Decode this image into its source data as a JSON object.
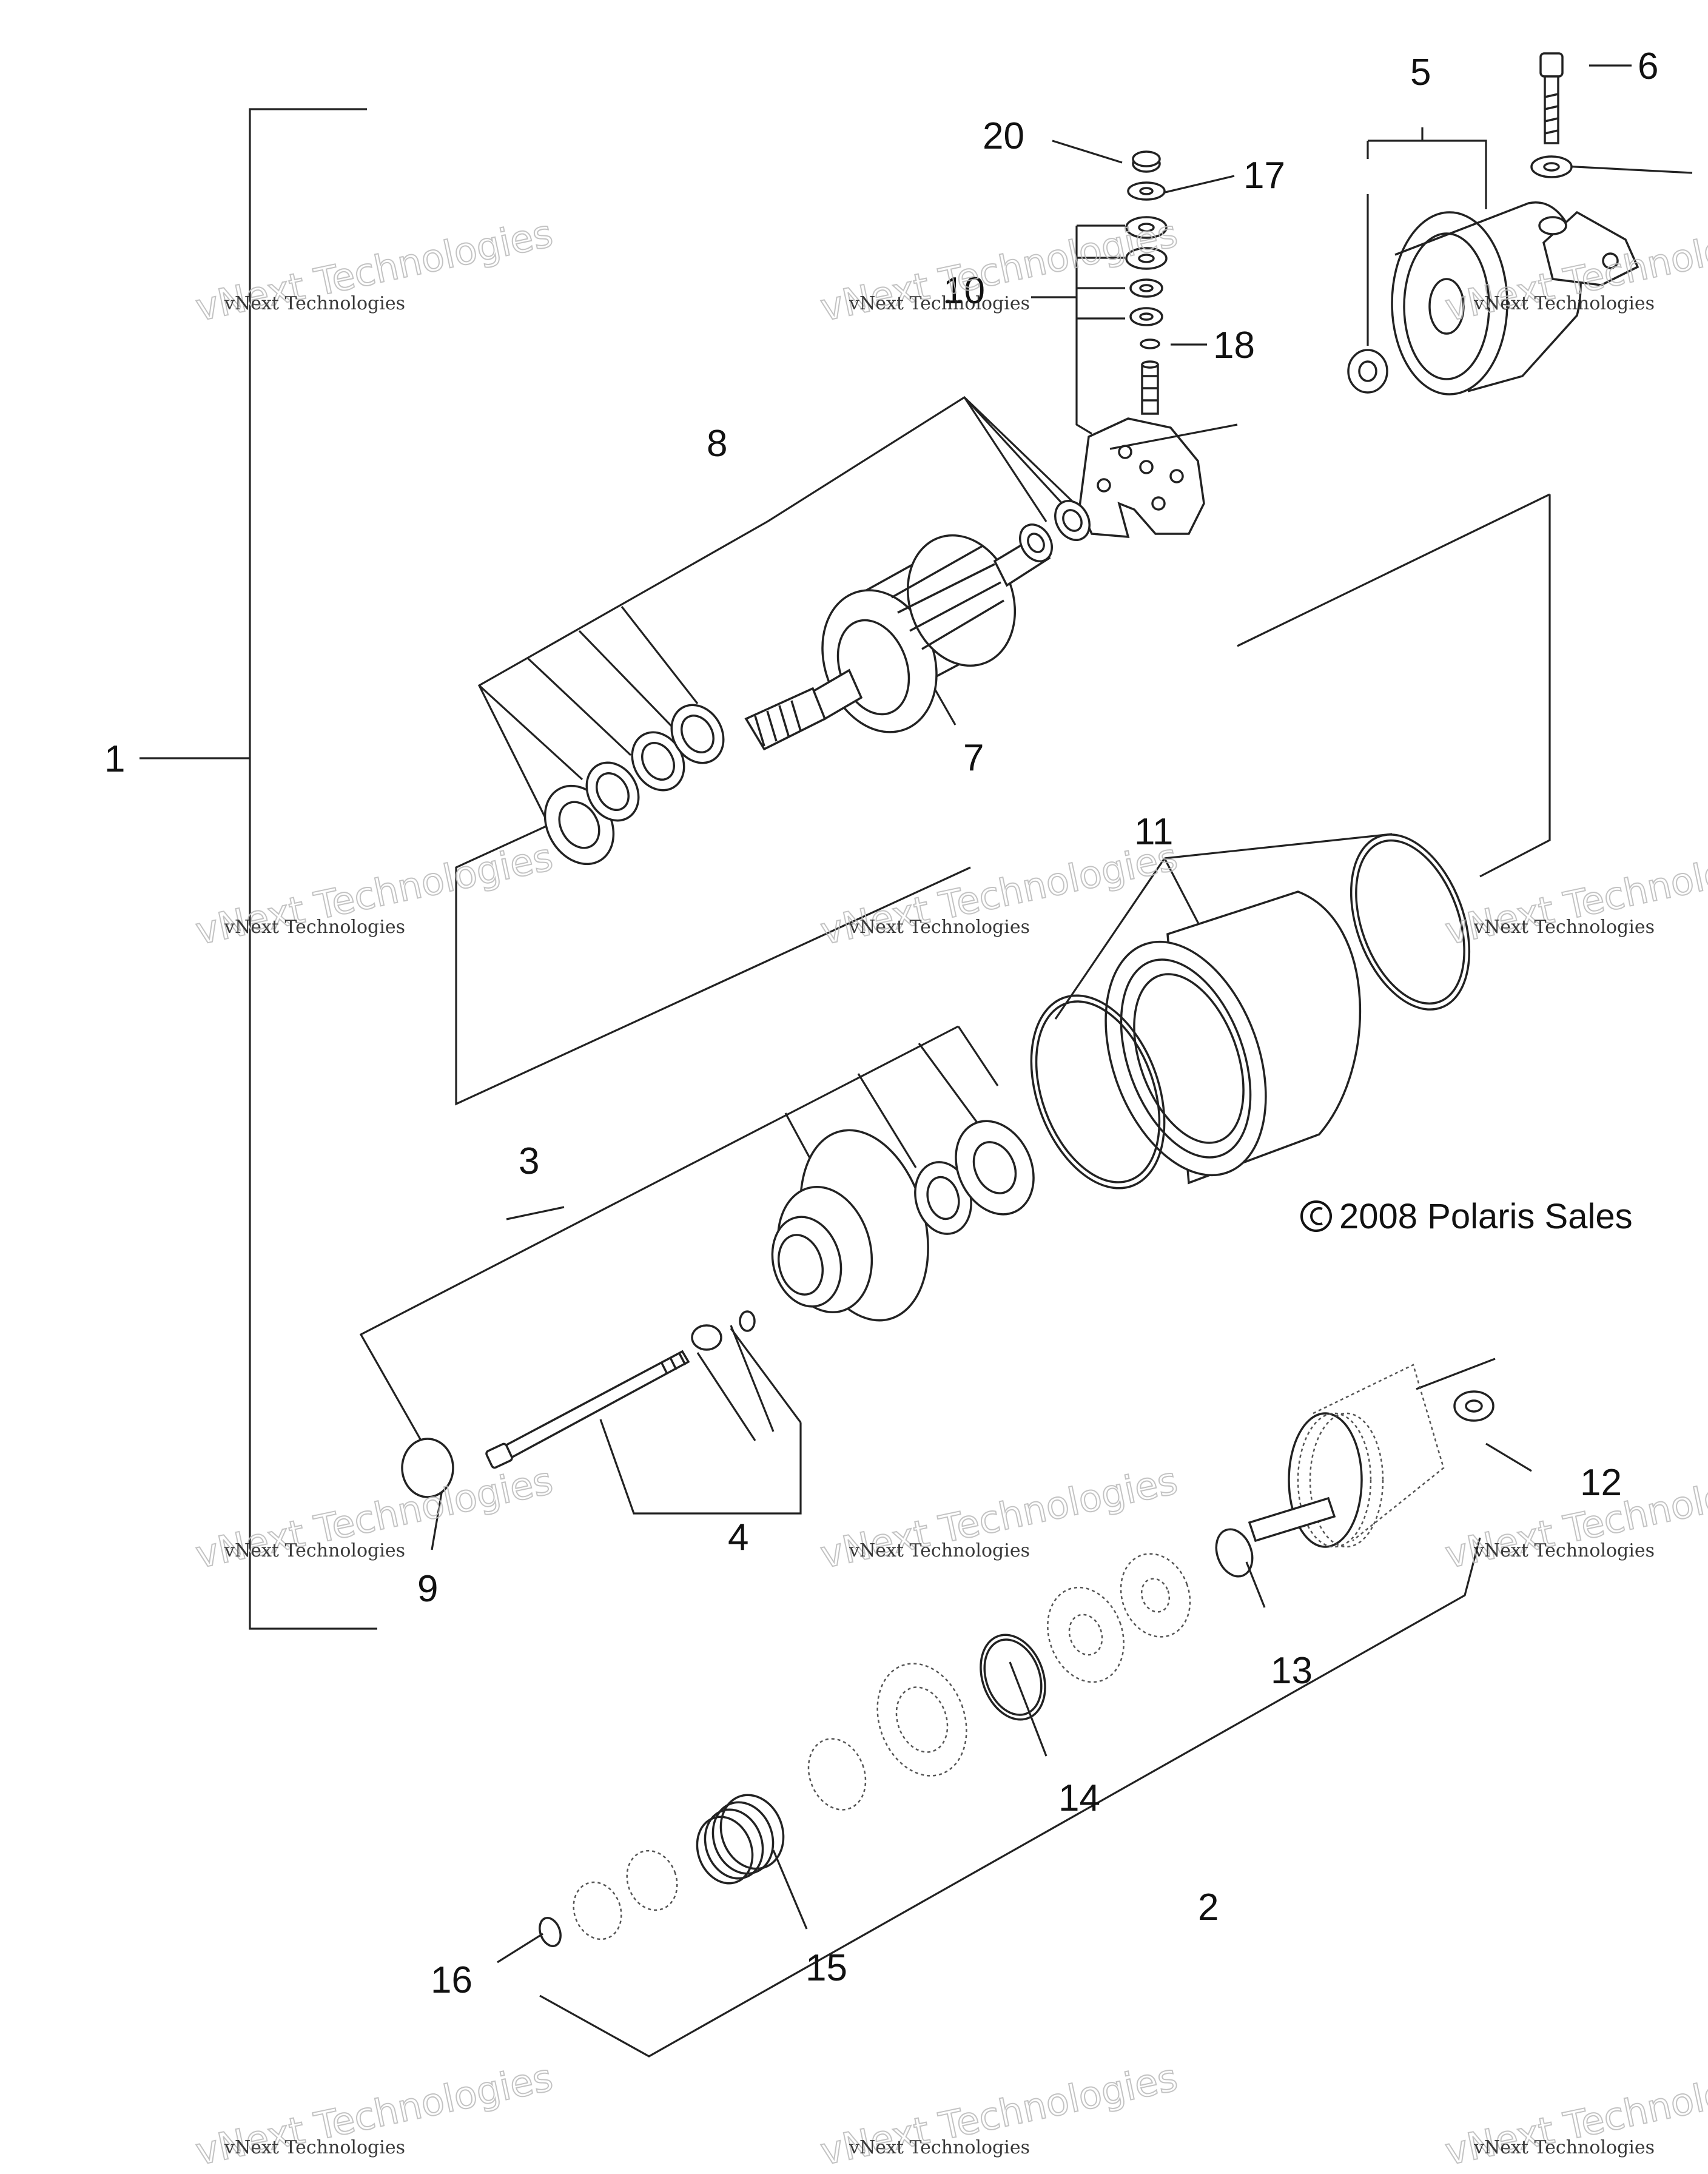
{
  "diagram": {
    "copyright": "2008 Polaris Sales",
    "watermark_line1": "vNext Technologies",
    "watermark_line2": "vNext Technologies",
    "callouts": [
      {
        "id": "1",
        "text": "1"
      },
      {
        "id": "2",
        "text": "2"
      },
      {
        "id": "3",
        "text": "3"
      },
      {
        "id": "4",
        "text": "4"
      },
      {
        "id": "5",
        "text": "5"
      },
      {
        "id": "6",
        "text": "6"
      },
      {
        "id": "7",
        "text": "7"
      },
      {
        "id": "8",
        "text": "8"
      },
      {
        "id": "9",
        "text": "9"
      },
      {
        "id": "10",
        "text": "10"
      },
      {
        "id": "11",
        "text": "11"
      },
      {
        "id": "12",
        "text": "12"
      },
      {
        "id": "13",
        "text": "13"
      },
      {
        "id": "14",
        "text": "14"
      },
      {
        "id": "15",
        "text": "15"
      },
      {
        "id": "16",
        "text": "16"
      },
      {
        "id": "17",
        "text": "17"
      },
      {
        "id": "18",
        "text": "18"
      },
      {
        "id": "20",
        "text": "20"
      }
    ]
  }
}
